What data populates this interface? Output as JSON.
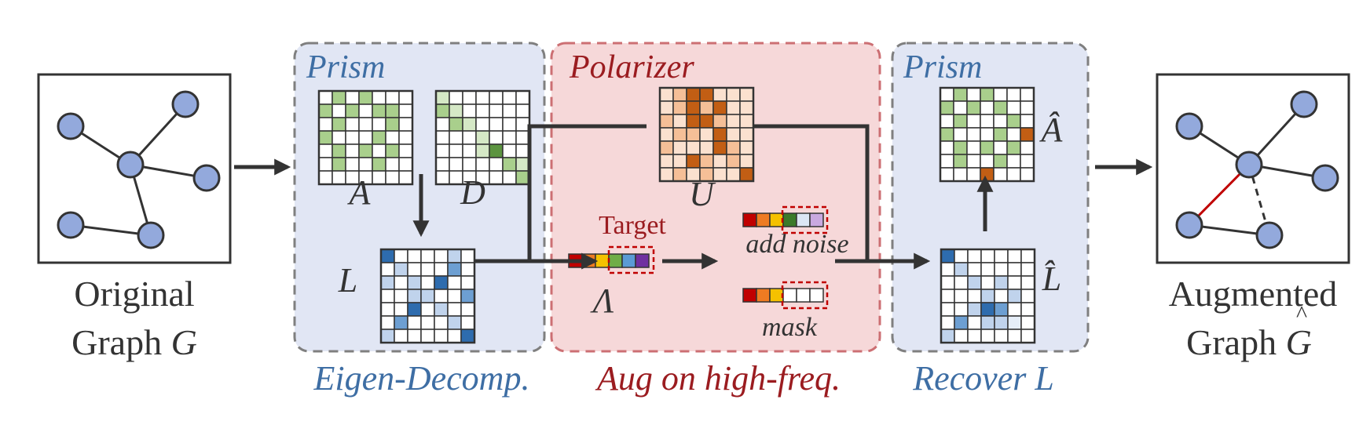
{
  "colors": {
    "prism_fill": "#e1e6f4",
    "prism_border": "#7f7f7f",
    "polarizer_fill": "#f6d8d9",
    "polarizer_border": "#cc6f73",
    "blue_text": "#3e6ea4",
    "red_text": "#9b1c20",
    "node_fill": "#93a9dc",
    "node_stroke": "#333333",
    "arrow": "#333333",
    "green": "#a9cf8c",
    "green_dark": "#5c9440",
    "orange_light": "#fbe1cf",
    "orange_mid": "#f5bf97",
    "orange_dark": "#c25e14",
    "blue_light": "#c0d3ec",
    "blue_mid": "#6d9fd2",
    "blue_dark": "#2e6cae",
    "added_edge": "#c00000"
  },
  "left_graph": {
    "label_line1": "Original",
    "label_line2_text": "Graph ",
    "label_line2_var": "G"
  },
  "right_graph": {
    "label_line1": "Augmented",
    "label_line2_text": "Graph ",
    "label_line2_var": "G"
  },
  "prism1": {
    "title": "Prism",
    "caption": "Eigen-Decomp.",
    "labels": {
      "A": "A",
      "D": "D",
      "L": "L"
    }
  },
  "polarizer": {
    "title": "Polarizer",
    "caption": "Aug on high-freq.",
    "U_label": "U",
    "target_label": "Target",
    "lambda_label": "Λ",
    "add_noise_label": "add noise",
    "mask_label": "mask",
    "vector_colors": [
      "#c00000",
      "#ee7b22",
      "#f5c100",
      "#70ad47",
      "#5b9bd5",
      "#7030a0"
    ],
    "noise_colors": [
      "#c00000",
      "#ee7b22",
      "#f5c100",
      "#3b7a2a",
      "#dbe6f4",
      "#c9a9e0"
    ],
    "mask_colors": [
      "#c00000",
      "#ee7b22",
      "#f5c100",
      "#ffffff",
      "#ffffff",
      "#ffffff"
    ]
  },
  "prism2": {
    "title": "Prism",
    "caption": "Recover L",
    "labels": {
      "A_hat": "Â",
      "L_hat": "L̂"
    }
  }
}
